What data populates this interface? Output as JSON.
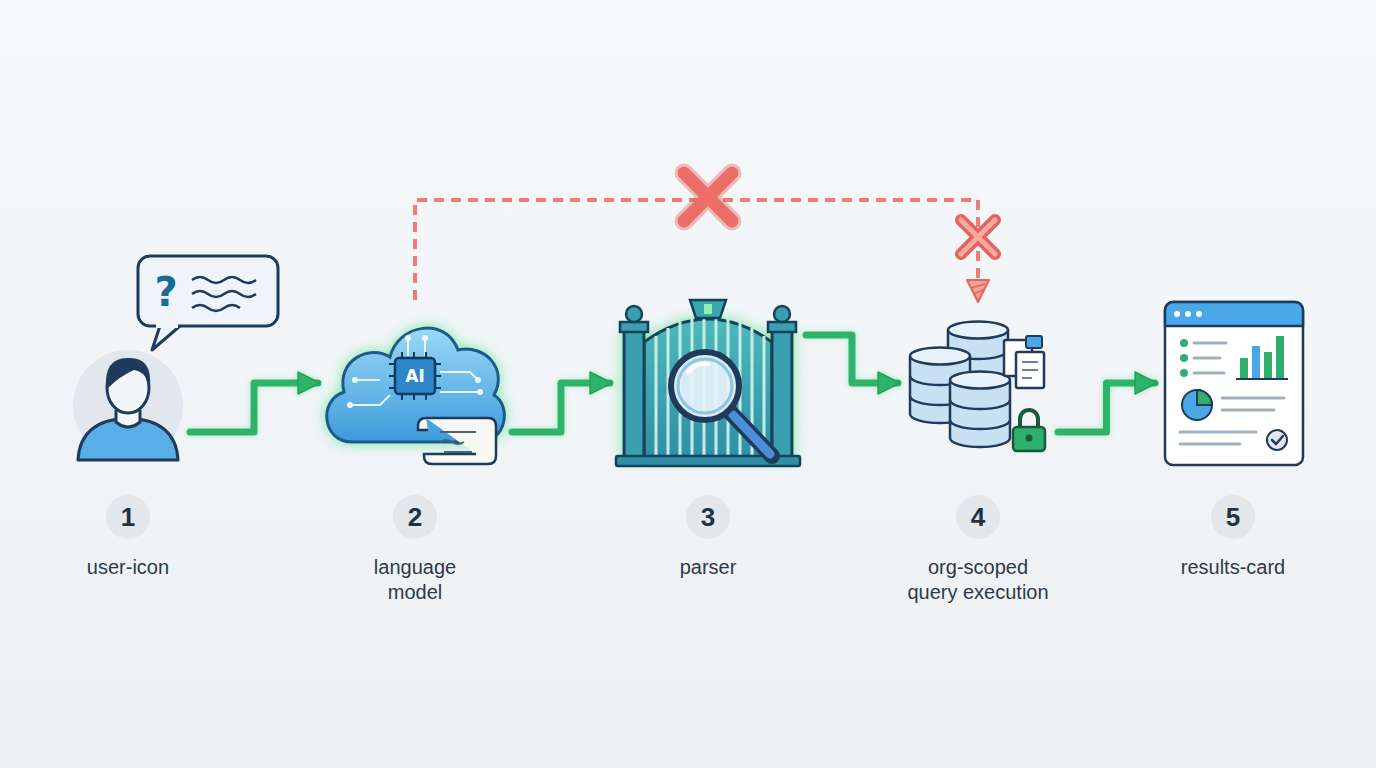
{
  "diagram": {
    "nodes": [
      {
        "text": [
          "1",
          "user-icon"
        ]
      },
      {
        "text": [
          "2",
          "language model"
        ]
      },
      {
        "text": [
          "3",
          "parser"
        ]
      },
      {
        "text": [
          "4",
          "org-scoped query execution"
        ]
      },
      {
        "text": [
          "5",
          "results-card"
        ]
      }
    ],
    "edges": [
      {
        "from": 0,
        "to": 1,
        "arrow": "to"
      },
      {
        "from": 1,
        "to": 2,
        "arrow": "to"
      },
      {
        "from": 2,
        "to": 3,
        "arrow": "to"
      },
      {
        "from": 3,
        "to": 4,
        "arrow": "to"
      },
      {
        "from": 1,
        "to": 3,
        "arrow": "to"
      }
    ],
    "labels": [
      "?",
      "AI"
    ]
  }
}
